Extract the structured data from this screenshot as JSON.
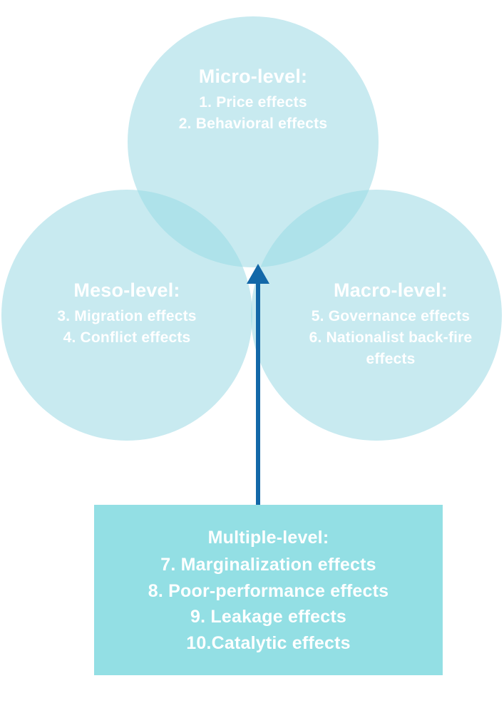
{
  "diagram": {
    "type": "venn-three-circle-with-callout",
    "colors": {
      "circle_fill": "#c8eaf0",
      "overlap_two": "#aee2ea",
      "overlap_three": "#8fd7e3",
      "box_fill": "#93dfe4",
      "arrow": "#1368a8",
      "text": "#ffffff",
      "background": "#ffffff"
    },
    "circles": [
      {
        "id": "micro",
        "title": "Micro-level:",
        "items": [
          "1. Price effects",
          "2. Behavioral effects"
        ]
      },
      {
        "id": "meso",
        "title": "Meso-level:",
        "items": [
          "3. Migration effects",
          "4. Conflict effects"
        ]
      },
      {
        "id": "macro",
        "title": "Macro-level:",
        "items": [
          "5. Governance effects",
          "6. Nationalist back-fire effects"
        ]
      }
    ],
    "callout_box": {
      "id": "multiple",
      "title": "Multiple-level:",
      "items": [
        "7. Marginalization effects",
        "8. Poor-performance effects",
        "9. Leakage effects",
        "10.Catalytic effects"
      ]
    },
    "connector": {
      "id": "arrow-up",
      "icon": "arrow-up-icon",
      "from": "callout_box",
      "to": "circle-intersection-center"
    }
  }
}
